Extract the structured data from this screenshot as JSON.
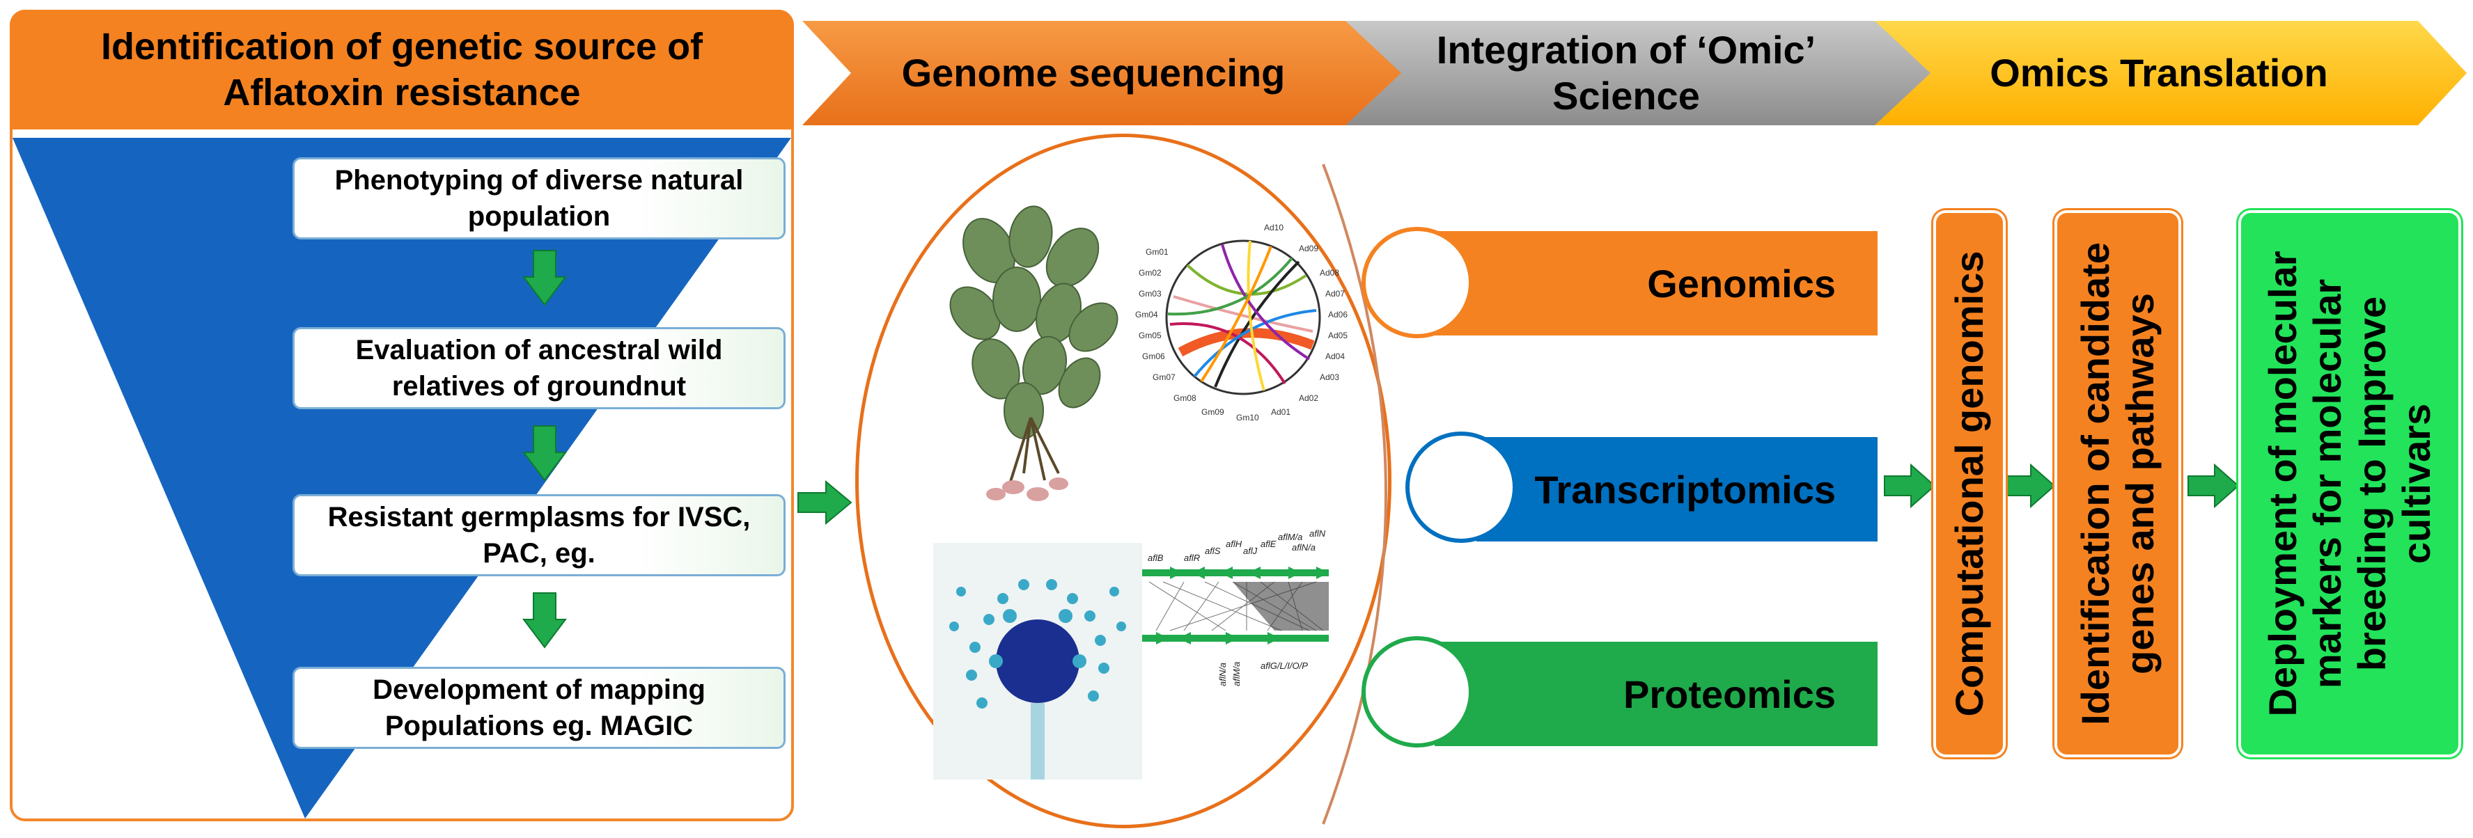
{
  "left_panel": {
    "title_line1": "Identification of genetic source of",
    "title_line2": "Aflatoxin resistance",
    "steps": [
      {
        "line1": "Phenotyping of diverse natural",
        "line2": "population"
      },
      {
        "line1": "Evaluation of ancestral wild",
        "line2": "relatives of groundnut"
      },
      {
        "line1": "Resistant germplasms for IVSC,",
        "line2": "PAC, eg."
      },
      {
        "line1": "Development of mapping",
        "line2": "Populations eg. MAGIC"
      }
    ]
  },
  "banner": {
    "stage1": "Genome sequencing",
    "stage2_line1": "Integration of ‘Omic’",
    "stage2_line2": "Science",
    "stage3": "Omics Translation"
  },
  "omics": {
    "genomics": "Genomics",
    "transcriptomics": "Transcriptomics",
    "proteomics": "Proteomics"
  },
  "pipeline": {
    "box1": "Computational genomics",
    "box2_line1": "Identification of candidate",
    "box2_line2": "genes and pathways",
    "box3_line1": "Deployment of molecular",
    "box3_line2": "markers for molecular",
    "box3_line3": "breeding to Improve",
    "box3_line4": "cultivars"
  },
  "gene_cluster": {
    "top_labels": [
      "aflB",
      "aflR",
      "aflS",
      "aflH",
      "aflJ",
      "aflE",
      "aflM/a",
      "aflN/a",
      "aflN"
    ],
    "bottom_labels": [
      "aflN/a",
      "aflM/a",
      "aflG/L/I/O/P"
    ]
  },
  "chord_labels": [
    "Gm01",
    "Gm02",
    "Gm03",
    "Gm04",
    "Gm05",
    "Gm06",
    "Gm07",
    "Gm08",
    "Gm09",
    "Gm10",
    "Ad01",
    "Ad02",
    "Ad03",
    "Ad04",
    "Ad05",
    "Ad06",
    "Ad07",
    "Ad08",
    "Ad09",
    "Ad10"
  ],
  "colors": {
    "orange": "#f58220",
    "blue": "#0070c0",
    "green": "#1faa4b",
    "grey": "#9b9b9b",
    "yellow": "#ffc000",
    "bright_green": "#22e35a",
    "triangle_blue": "#1565c0"
  }
}
